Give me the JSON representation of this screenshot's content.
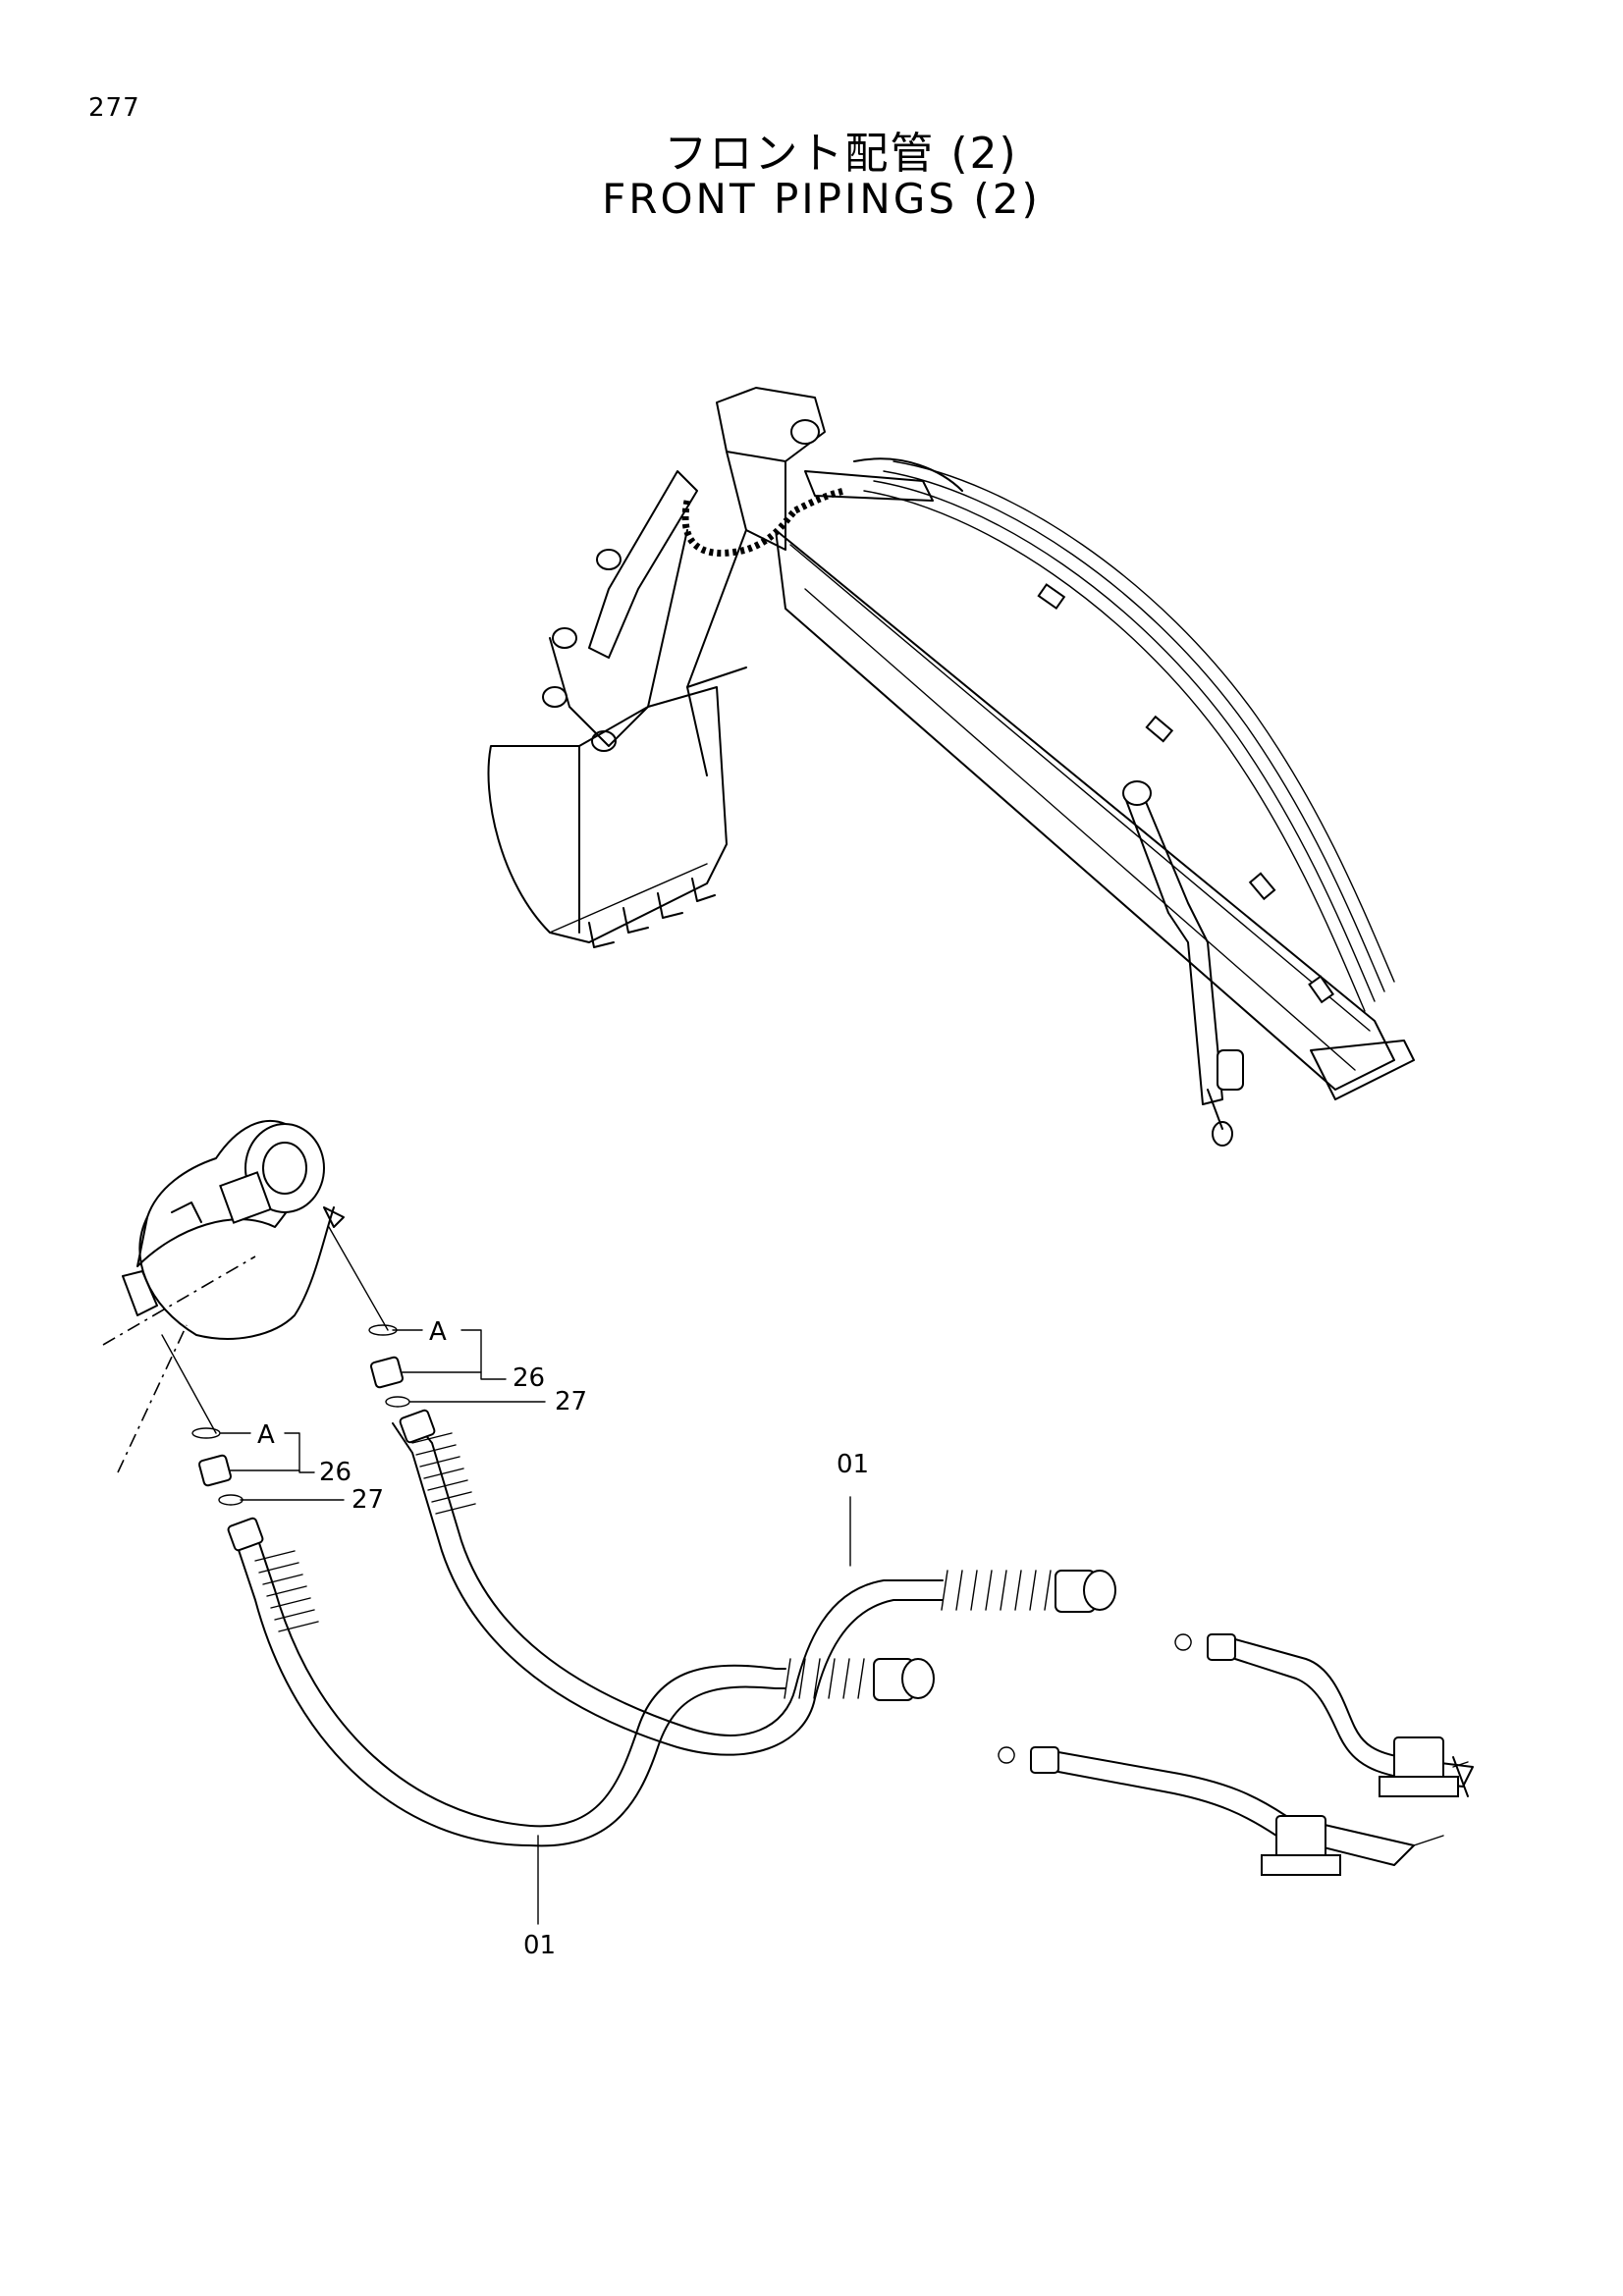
{
  "page": {
    "number": "277"
  },
  "title": {
    "japanese": "フロント配管 (2)",
    "english": "FRONT PIPINGS (2)"
  },
  "callouts": {
    "detail_a_upper": "A",
    "detail_a_lower": "A",
    "part_26_upper": "26",
    "part_27_upper": "27",
    "part_26_lower": "26",
    "part_27_lower": "27",
    "part_01_upper": "01",
    "part_01_lower": "01"
  }
}
